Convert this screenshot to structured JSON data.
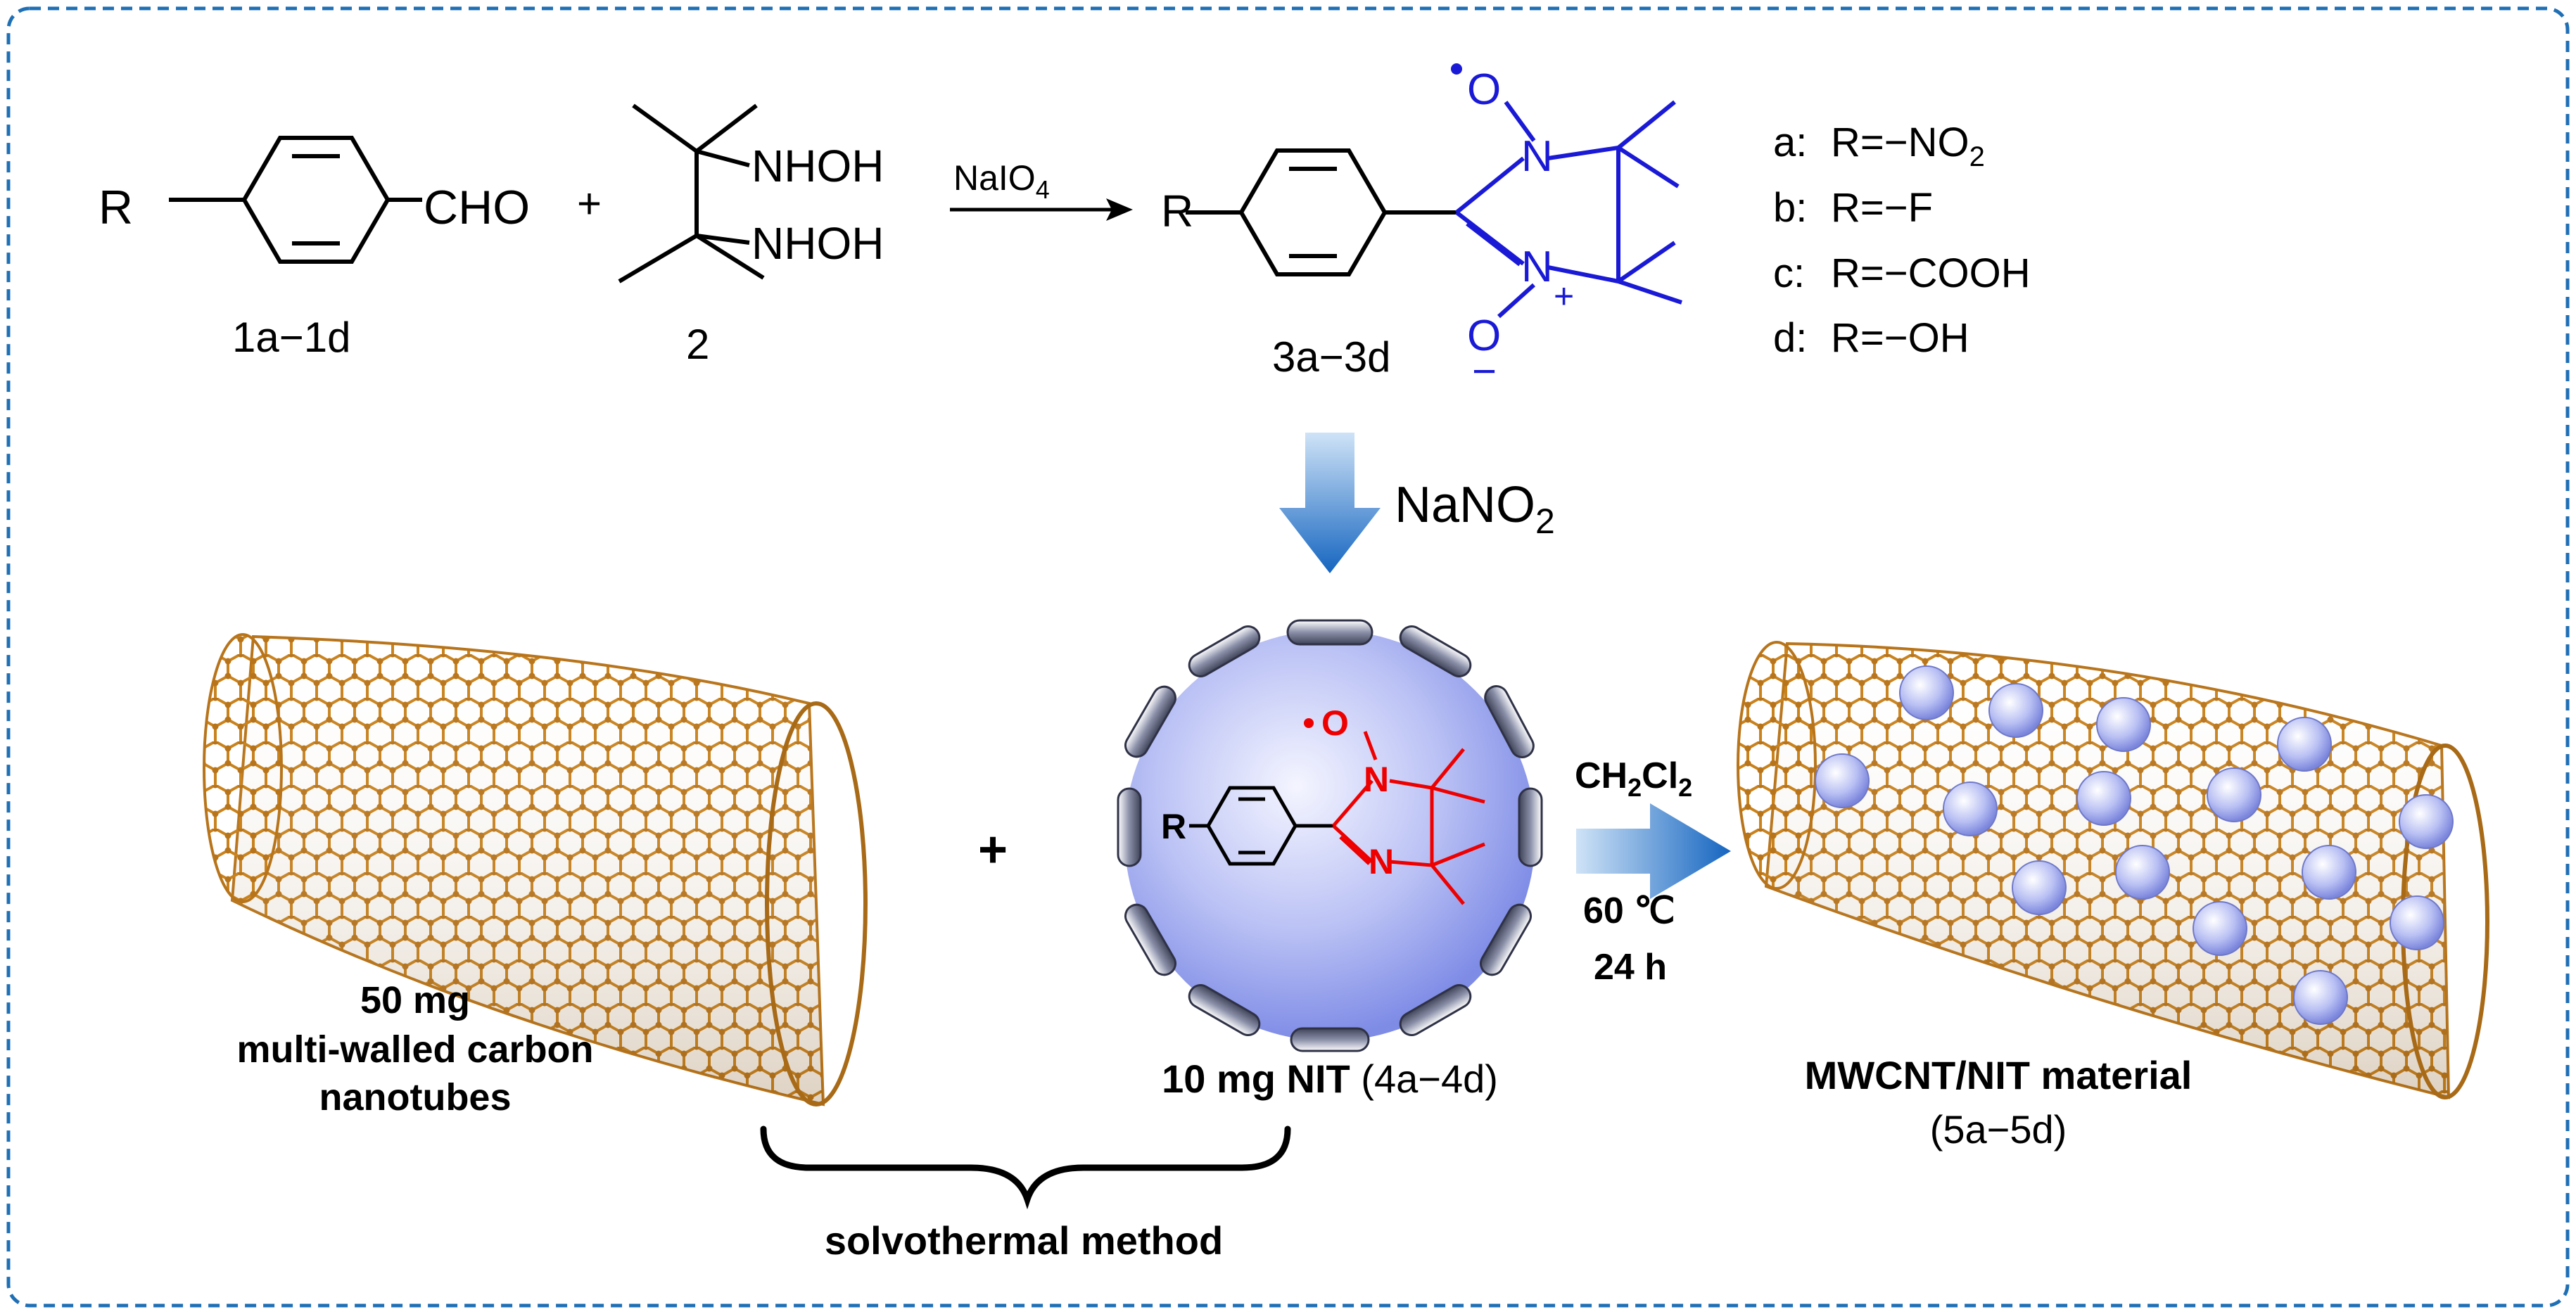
{
  "reaction_top": {
    "reactant1": {
      "substituent": "R",
      "group": "CHO",
      "label": "1a−1d"
    },
    "plus": "+",
    "reactant2": {
      "group1": "NHOH",
      "group2": "NHOH",
      "label": "2"
    },
    "reagent": {
      "text": "NaIO",
      "sub": "4"
    },
    "product": {
      "substituent": "R",
      "label": "3a−3d",
      "atom_o_top": "O",
      "atom_n1": "N",
      "atom_n2": "N",
      "plus_sign": "+",
      "atom_o_bottom": "O",
      "minus_sign": "−"
    },
    "substituent_list": [
      {
        "key": "a:",
        "text": "R=−NO",
        "sub": "2"
      },
      {
        "key": "b:",
        "text": "R=−F",
        "sub": ""
      },
      {
        "key": "c:",
        "text": "R=−COOH",
        "sub": ""
      },
      {
        "key": "d:",
        "text": "R=−OH",
        "sub": ""
      }
    ]
  },
  "down_step": {
    "text": "NaNO",
    "sub": "2"
  },
  "bottom": {
    "cnt_caption": {
      "line1": "50 mg",
      "line2": "multi-walled carbon",
      "line3": "nanotubes"
    },
    "plus": "+",
    "nit": {
      "substituent": "R",
      "atom_o": "O",
      "atom_n1": "N",
      "atom_n2": "N",
      "caption_bold": "10 mg NIT",
      "caption_plain": "(4a−4d)"
    },
    "conditions": {
      "solvent": "CH",
      "solvent_sub1": "2",
      "solvent_mid": "Cl",
      "solvent_sub2": "2",
      "temperature": "60 ℃",
      "time": "24 h"
    },
    "product": {
      "title": "MWCNT/NIT material",
      "label": "(5a−5d)"
    },
    "method": "solvothermal method"
  },
  "colors": {
    "frame": "#1f6fb5",
    "nitroxide_blue": "#1a1ad6",
    "nitroxide_red": "#ee0000",
    "arrow_blue": "#1e73c8",
    "nanotube": "#c07f1e",
    "sphere": "#b8c0f2"
  }
}
